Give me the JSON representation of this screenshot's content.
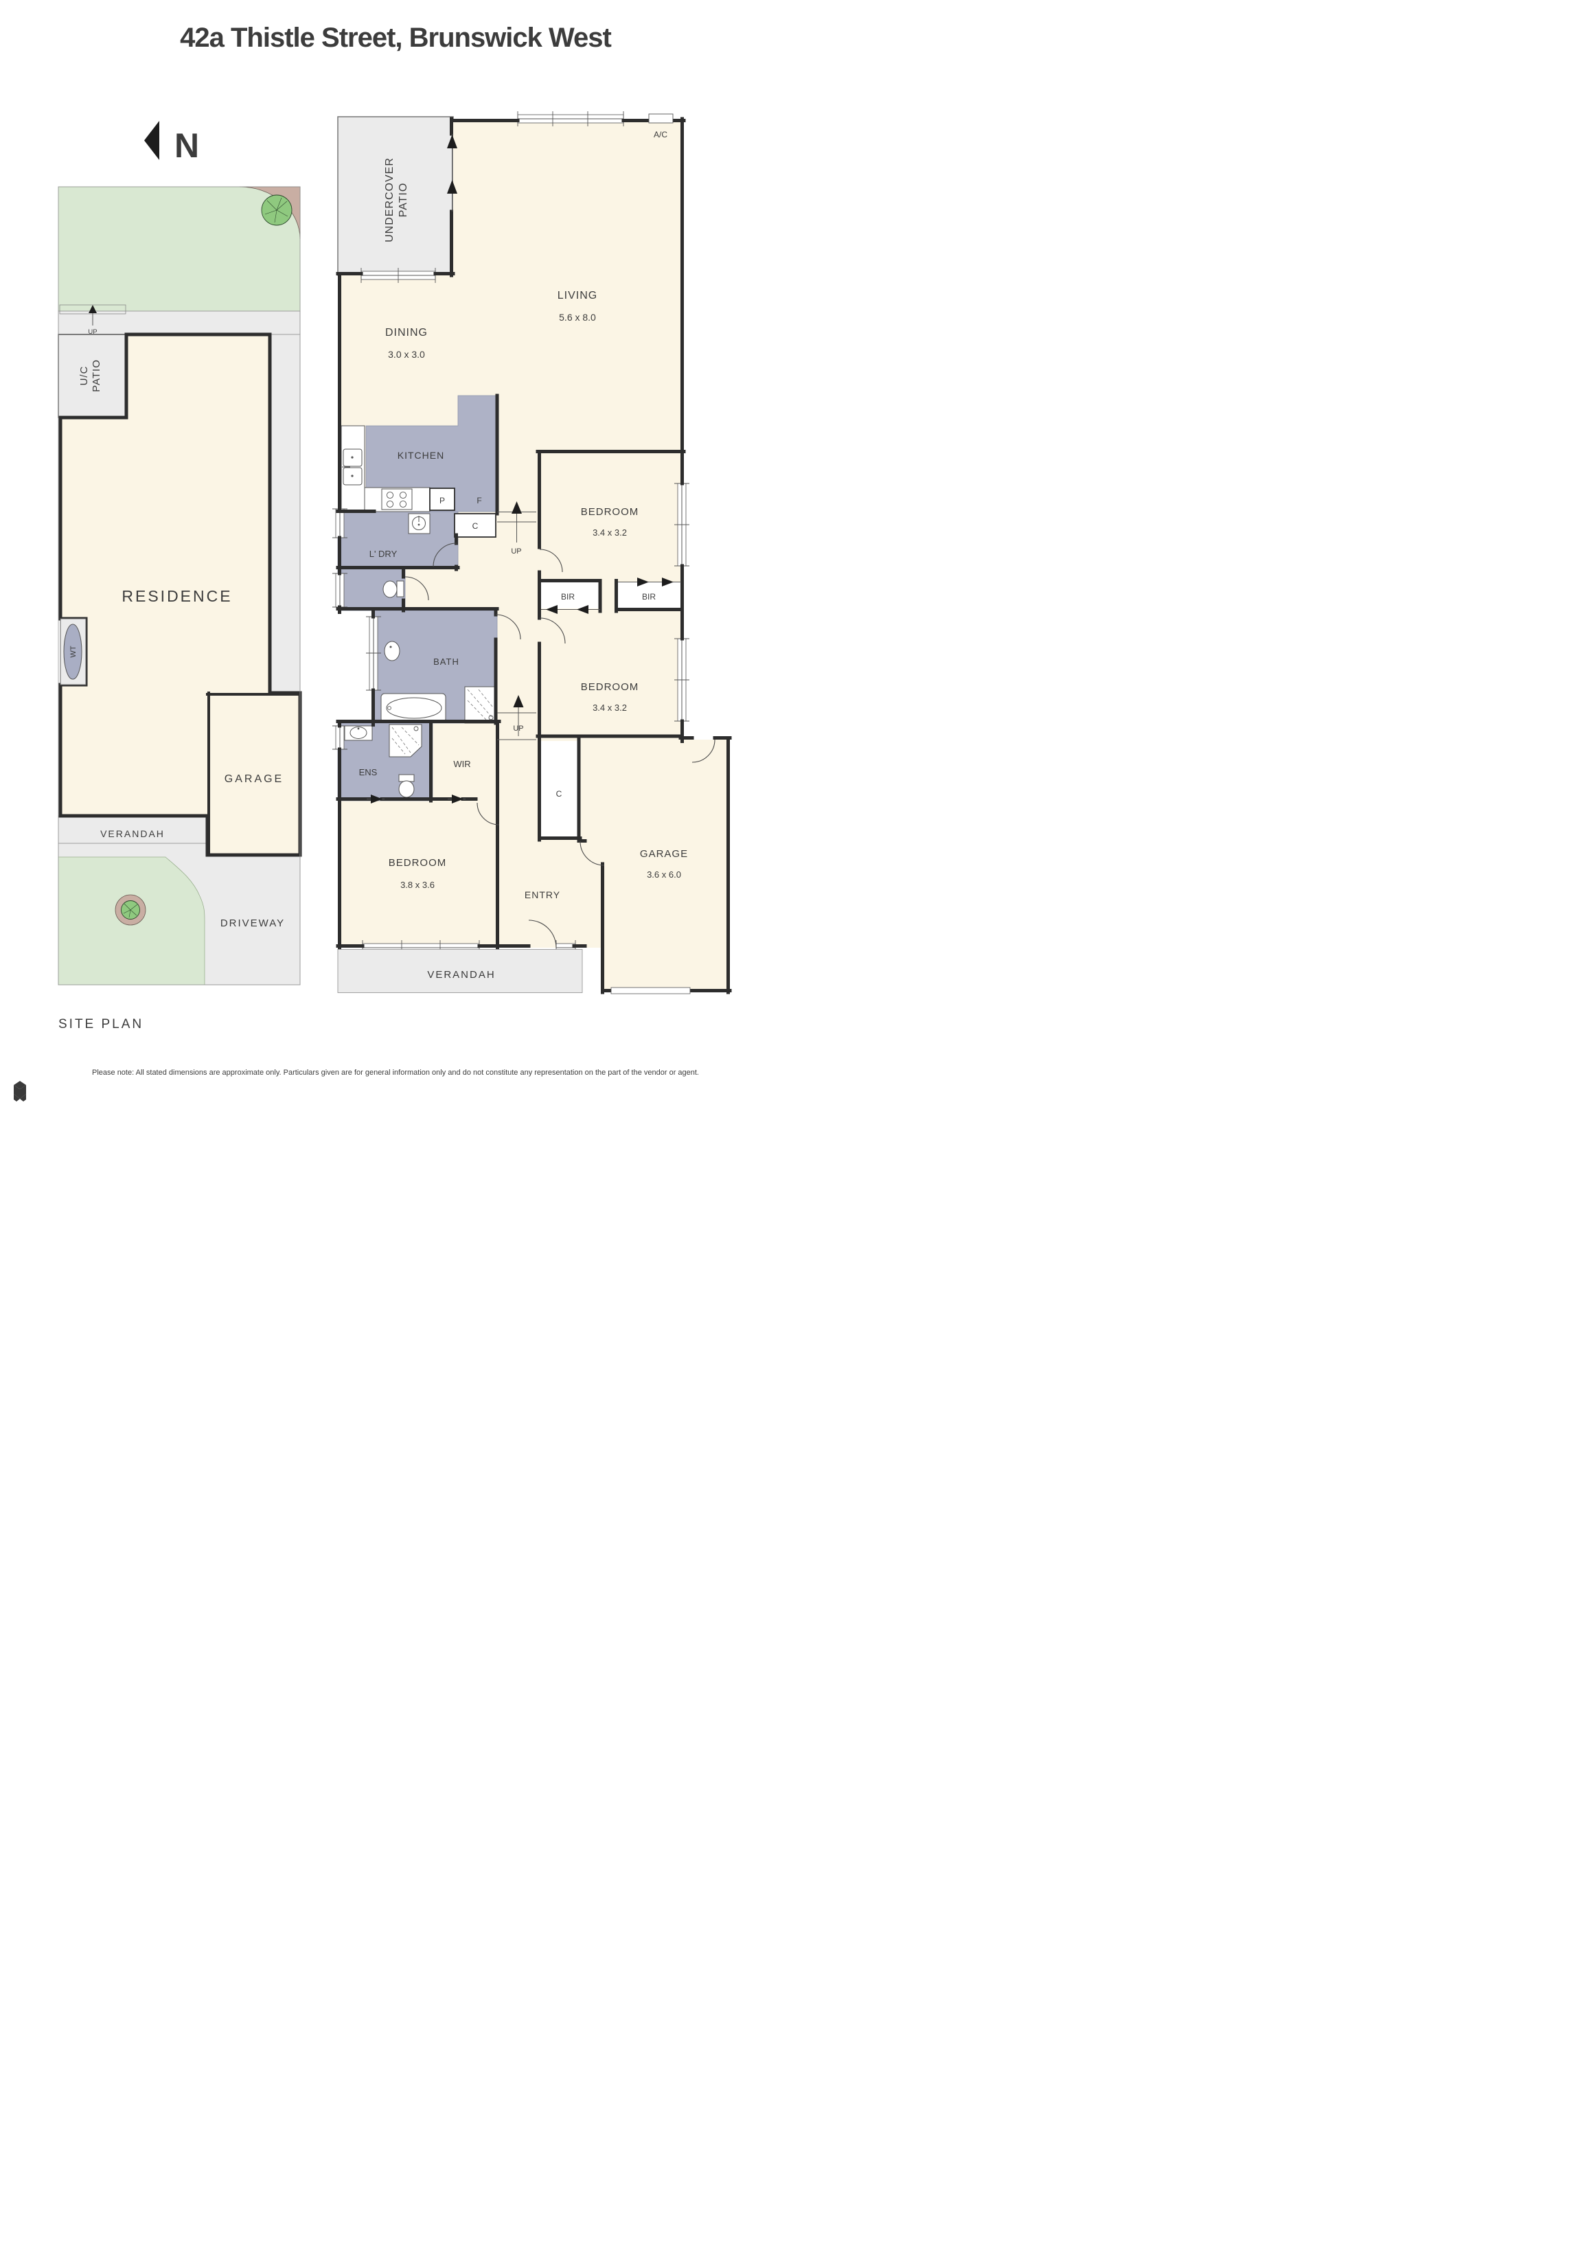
{
  "title": "42a Thistle Street, Brunswick West",
  "compass": {
    "letter": "N"
  },
  "site_plan": {
    "label": "SITE PLAN",
    "residence": "RESIDENCE",
    "garage": "GARAGE",
    "verandah": "VERANDAH",
    "driveway": "DRIVEWAY",
    "uc_patio_line1": "U/C",
    "uc_patio_line2": "PATIO",
    "water_tank": "WT",
    "up": "UP"
  },
  "floor_plan": {
    "undercover_patio_line1": "UNDERCOVER",
    "undercover_patio_line2": "PATIO",
    "ac_unit": "A/C",
    "living": {
      "name": "LIVING",
      "dims": "5.6 x 8.0"
    },
    "dining": {
      "name": "DINING",
      "dims": "3.0 x 3.0"
    },
    "kitchen": {
      "name": "KITCHEN"
    },
    "laundry": {
      "name": "L' DRY"
    },
    "bath": {
      "name": "BATH"
    },
    "ens": {
      "name": "ENS"
    },
    "wir": {
      "name": "WIR"
    },
    "bedroom1": {
      "name": "BEDROOM",
      "dims": "3.4 x 3.2"
    },
    "bedroom2": {
      "name": "BEDROOM",
      "dims": "3.4 x 3.2"
    },
    "bedroom3": {
      "name": "BEDROOM",
      "dims": "3.8 x 3.6"
    },
    "entry": {
      "name": "ENTRY"
    },
    "garage": {
      "name": "GARAGE",
      "dims": "3.6 x 6.0"
    },
    "verandah": "VERANDAH",
    "bir_left": "BIR",
    "bir_right": "BIR",
    "pantry": "P",
    "fridge": "F",
    "cupboard_kitchen": "C",
    "cupboard_hall": "C",
    "up1": "UP",
    "up2": "UP"
  },
  "footer": {
    "note": "Please note: All stated dimensions are approximate only. Particulars given are for general information only and do not constitute any representation on the part of the vendor or agent."
  },
  "colors": {
    "wall": "#2d2d2d",
    "room_fill": "#fbf5e5",
    "wet_area_fill": "#aeb2c6",
    "outdoor_gray": "#ebebeb",
    "lawn_green": "#d9e8d2",
    "garden_bed_brown": "#c9aea3",
    "tree_green": "#8fc97f",
    "text": "#3c3c3c"
  }
}
